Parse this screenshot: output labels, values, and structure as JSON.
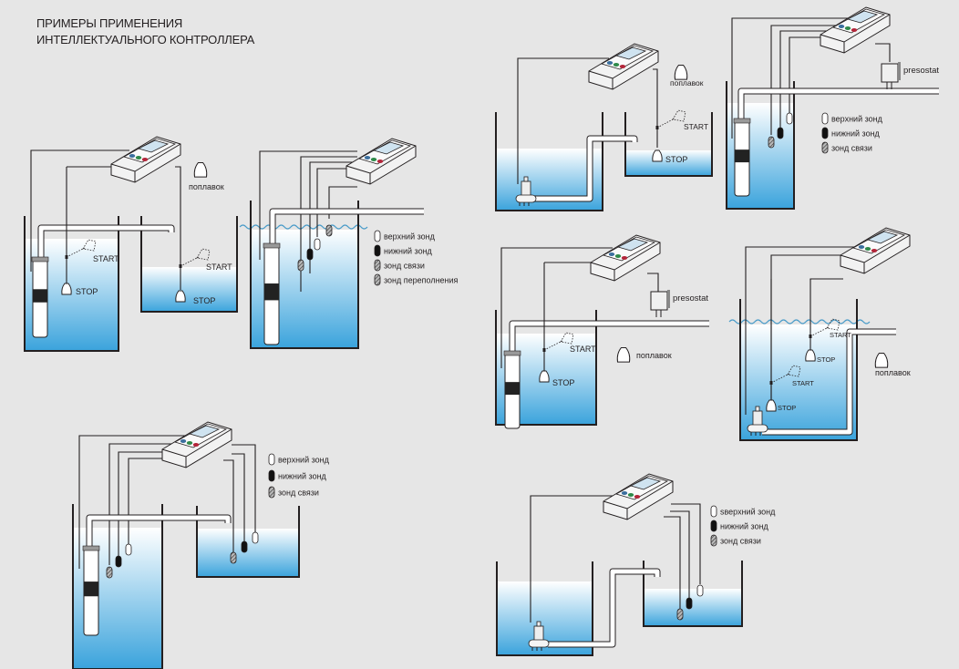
{
  "title": {
    "line1": "ПРИМЕРЫ ПРИМЕНЕНИЯ",
    "line2": "ИНТЕЛЛЕКТУАЛЬНОГО КОНТРОЛЛЕРА"
  },
  "colors": {
    "background": "#e6e6e6",
    "water_top": "#ffffff",
    "water_bottom": "#3aa3dc",
    "line": "#231f20",
    "button_blue": "#3b6f9e",
    "button_green": "#2f8a4a",
    "button_red": "#b3263a",
    "screen": "#cfe3f0"
  },
  "labels": {
    "float": "поплавок",
    "start": "START",
    "stop": "STOP",
    "presostat": "presostat",
    "upper_probe": "верхний зонд",
    "upper_probe_variant": "sверхний зонд",
    "lower_probe": "нижний зонд",
    "link_probe": "зонд связи",
    "overflow_probe": "зонд переполнения"
  },
  "diagrams": [
    {
      "id": "d1",
      "description": "Borehole pump with two float switches transferring to second tank",
      "legend": [
        "поплавок"
      ],
      "floats": [
        "START",
        "STOP",
        "START",
        "STOP"
      ]
    },
    {
      "id": "d2",
      "description": "Borehole pump with four probes",
      "legend": [
        "верхний зонд",
        "нижний зонд",
        "зонд связи",
        "зонд переполнения"
      ]
    },
    {
      "id": "d3",
      "description": "Drainage pump transferring to tank with float",
      "legend": [
        "поплавок"
      ],
      "floats": [
        "START",
        "STOP"
      ]
    },
    {
      "id": "d4",
      "description": "Borehole pump with three probes and pressure switch",
      "legend": [
        "presostat",
        "верхний зонд",
        "нижний зонд",
        "зонд связи"
      ]
    },
    {
      "id": "d5",
      "description": "Borehole pump with float and pressure switch",
      "legend": [
        "presostat",
        "поплавок"
      ],
      "floats": [
        "START",
        "STOP"
      ]
    },
    {
      "id": "d6",
      "description": "Drainage pump with two floats",
      "legend": [
        "поплавок"
      ],
      "floats": [
        "START",
        "STOP",
        "START",
        "STOP"
      ]
    },
    {
      "id": "d7",
      "description": "Borehole pump filling tank with probes",
      "legend": [
        "верхний зонд",
        "нижний зонд",
        "зонд связи"
      ]
    },
    {
      "id": "d8",
      "description": "Drainage pump filling tank with probes",
      "legend": [
        "sверхний зонд",
        "нижний зонд",
        "зонд связи"
      ]
    }
  ]
}
